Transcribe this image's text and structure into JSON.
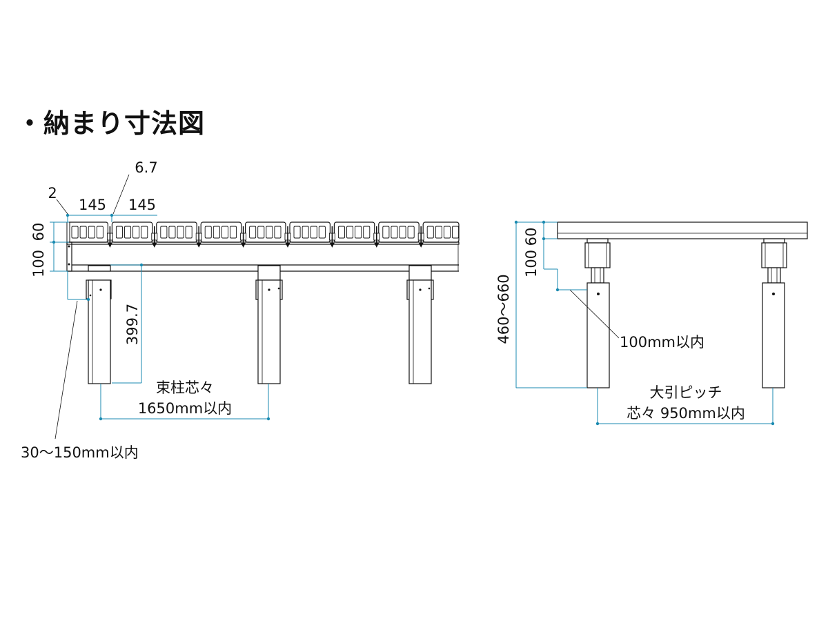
{
  "title": "・納まり寸法図",
  "colors": {
    "line": "#111111",
    "dimension": "#1a8ab0",
    "background": "#ffffff"
  },
  "side_view": {
    "dim_2": "2",
    "dim_6_7": "6.7",
    "dim_145_left": "145",
    "dim_145_right": "145",
    "dim_60": "60",
    "dim_100": "100",
    "dim_399_7": "399.7",
    "post_spacing_line1": "束柱芯々",
    "post_spacing_line2": "1650mm以内",
    "overhang": "30〜150mm以内"
  },
  "end_view": {
    "dim_60": "60",
    "dim_100": "100",
    "dim_height": "460〜660",
    "offset": "100mm以内",
    "beam_pitch_line1": "大引ピッチ",
    "beam_pitch_line2": "芯々 950mm以内"
  }
}
